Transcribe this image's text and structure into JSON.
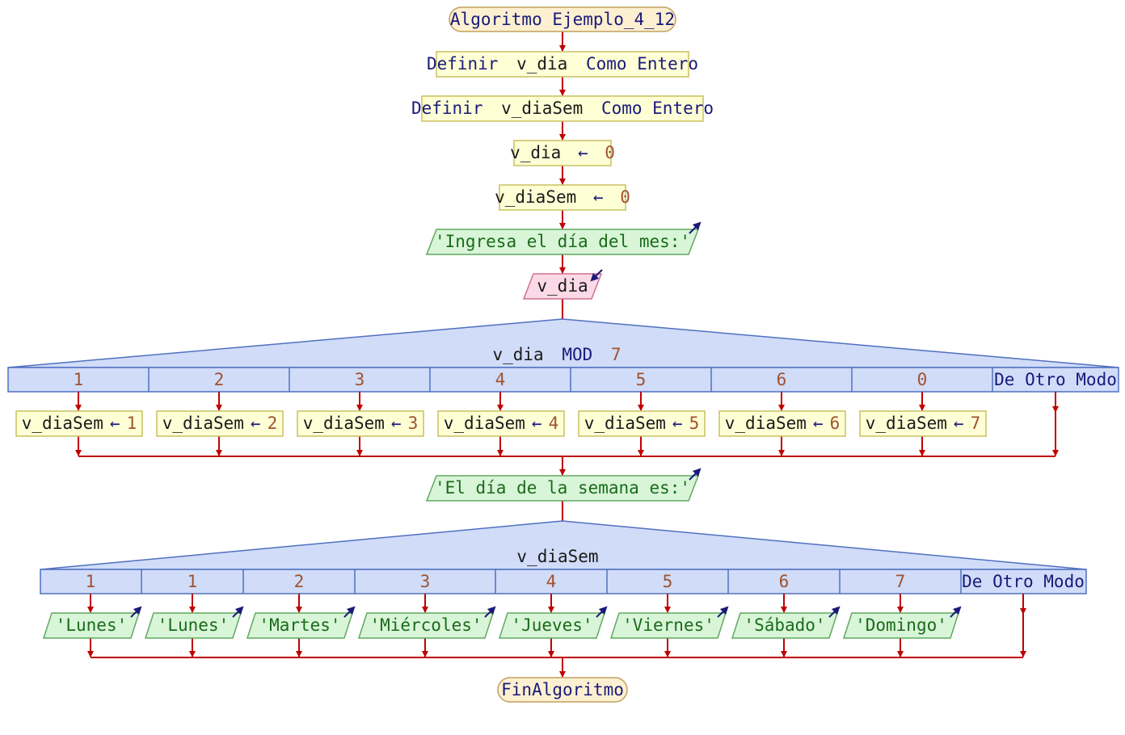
{
  "title": "Algoritmo Ejemplo_4_12",
  "steps": {
    "def1": {
      "kw1": "Definir",
      "var": "v_dia",
      "kw2": "Como Entero"
    },
    "def2": {
      "kw1": "Definir",
      "var": "v_diaSem",
      "kw2": "Como Entero"
    },
    "assign1": {
      "var": "v_dia",
      "arrow": "←",
      "value": "0"
    },
    "assign2": {
      "var": "v_diaSem",
      "arrow": "←",
      "value": "0"
    },
    "output1": "'Ingresa el día del mes:'",
    "input1": "v_dia"
  },
  "switch1": {
    "expr_var": "v_dia",
    "expr_op": "MOD",
    "expr_num": "7",
    "cases": [
      {
        "label": "1",
        "var": "v_diaSem",
        "arrow": "←",
        "value": "1"
      },
      {
        "label": "2",
        "var": "v_diaSem",
        "arrow": "←",
        "value": "2"
      },
      {
        "label": "3",
        "var": "v_diaSem",
        "arrow": "←",
        "value": "3"
      },
      {
        "label": "4",
        "var": "v_diaSem",
        "arrow": "←",
        "value": "4"
      },
      {
        "label": "5",
        "var": "v_diaSem",
        "arrow": "←",
        "value": "5"
      },
      {
        "label": "6",
        "var": "v_diaSem",
        "arrow": "←",
        "value": "6"
      },
      {
        "label": "0",
        "var": "v_diaSem",
        "arrow": "←",
        "value": "7"
      }
    ],
    "default_label": "De Otro Modo"
  },
  "output2": "'El día de la semana es:'",
  "switch2": {
    "expr": "v_diaSem",
    "cases": [
      {
        "label": "1",
        "output": "'Lunes'"
      },
      {
        "label": "1",
        "output": "'Lunes'"
      },
      {
        "label": "2",
        "output": "'Martes'"
      },
      {
        "label": "3",
        "output": "'Miércoles'"
      },
      {
        "label": "4",
        "output": "'Jueves'"
      },
      {
        "label": "5",
        "output": "'Viernes'"
      },
      {
        "label": "6",
        "output": "'Sábado'"
      },
      {
        "label": "7",
        "output": "'Domingo'"
      }
    ],
    "default_label": "De Otro Modo"
  },
  "end": "FinAlgoritmo",
  "colors": {
    "line": "#c00000",
    "process_fill": "#ffffd6",
    "process_stroke": "#c8c060",
    "output_fill": "#d8f5d8",
    "output_stroke": "#60a860",
    "input_fill": "#fbd9e6",
    "input_stroke": "#d07090",
    "switch_fill": "#d0dcf8",
    "switch_stroke": "#5070c0",
    "terminal_fill": "#fdf0d0",
    "terminal_stroke": "#c0a060"
  }
}
